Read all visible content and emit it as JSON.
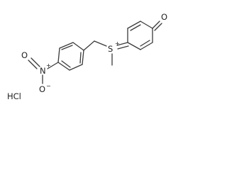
{
  "molecule": {
    "atoms": {
      "oxygen_keto": "O",
      "sulfur": "S",
      "sulfur_charge": "+",
      "nitro_nitrogen": "N",
      "nitro_nitrogen_charge": "+",
      "nitro_oxygen_top": "O",
      "nitro_oxygen_bottom": "O",
      "nitro_oxygen_charge": "−"
    },
    "salt": "HCl"
  },
  "colors": {
    "bond": "#3a3a3a",
    "text": "#222222",
    "background": "#ffffff"
  }
}
